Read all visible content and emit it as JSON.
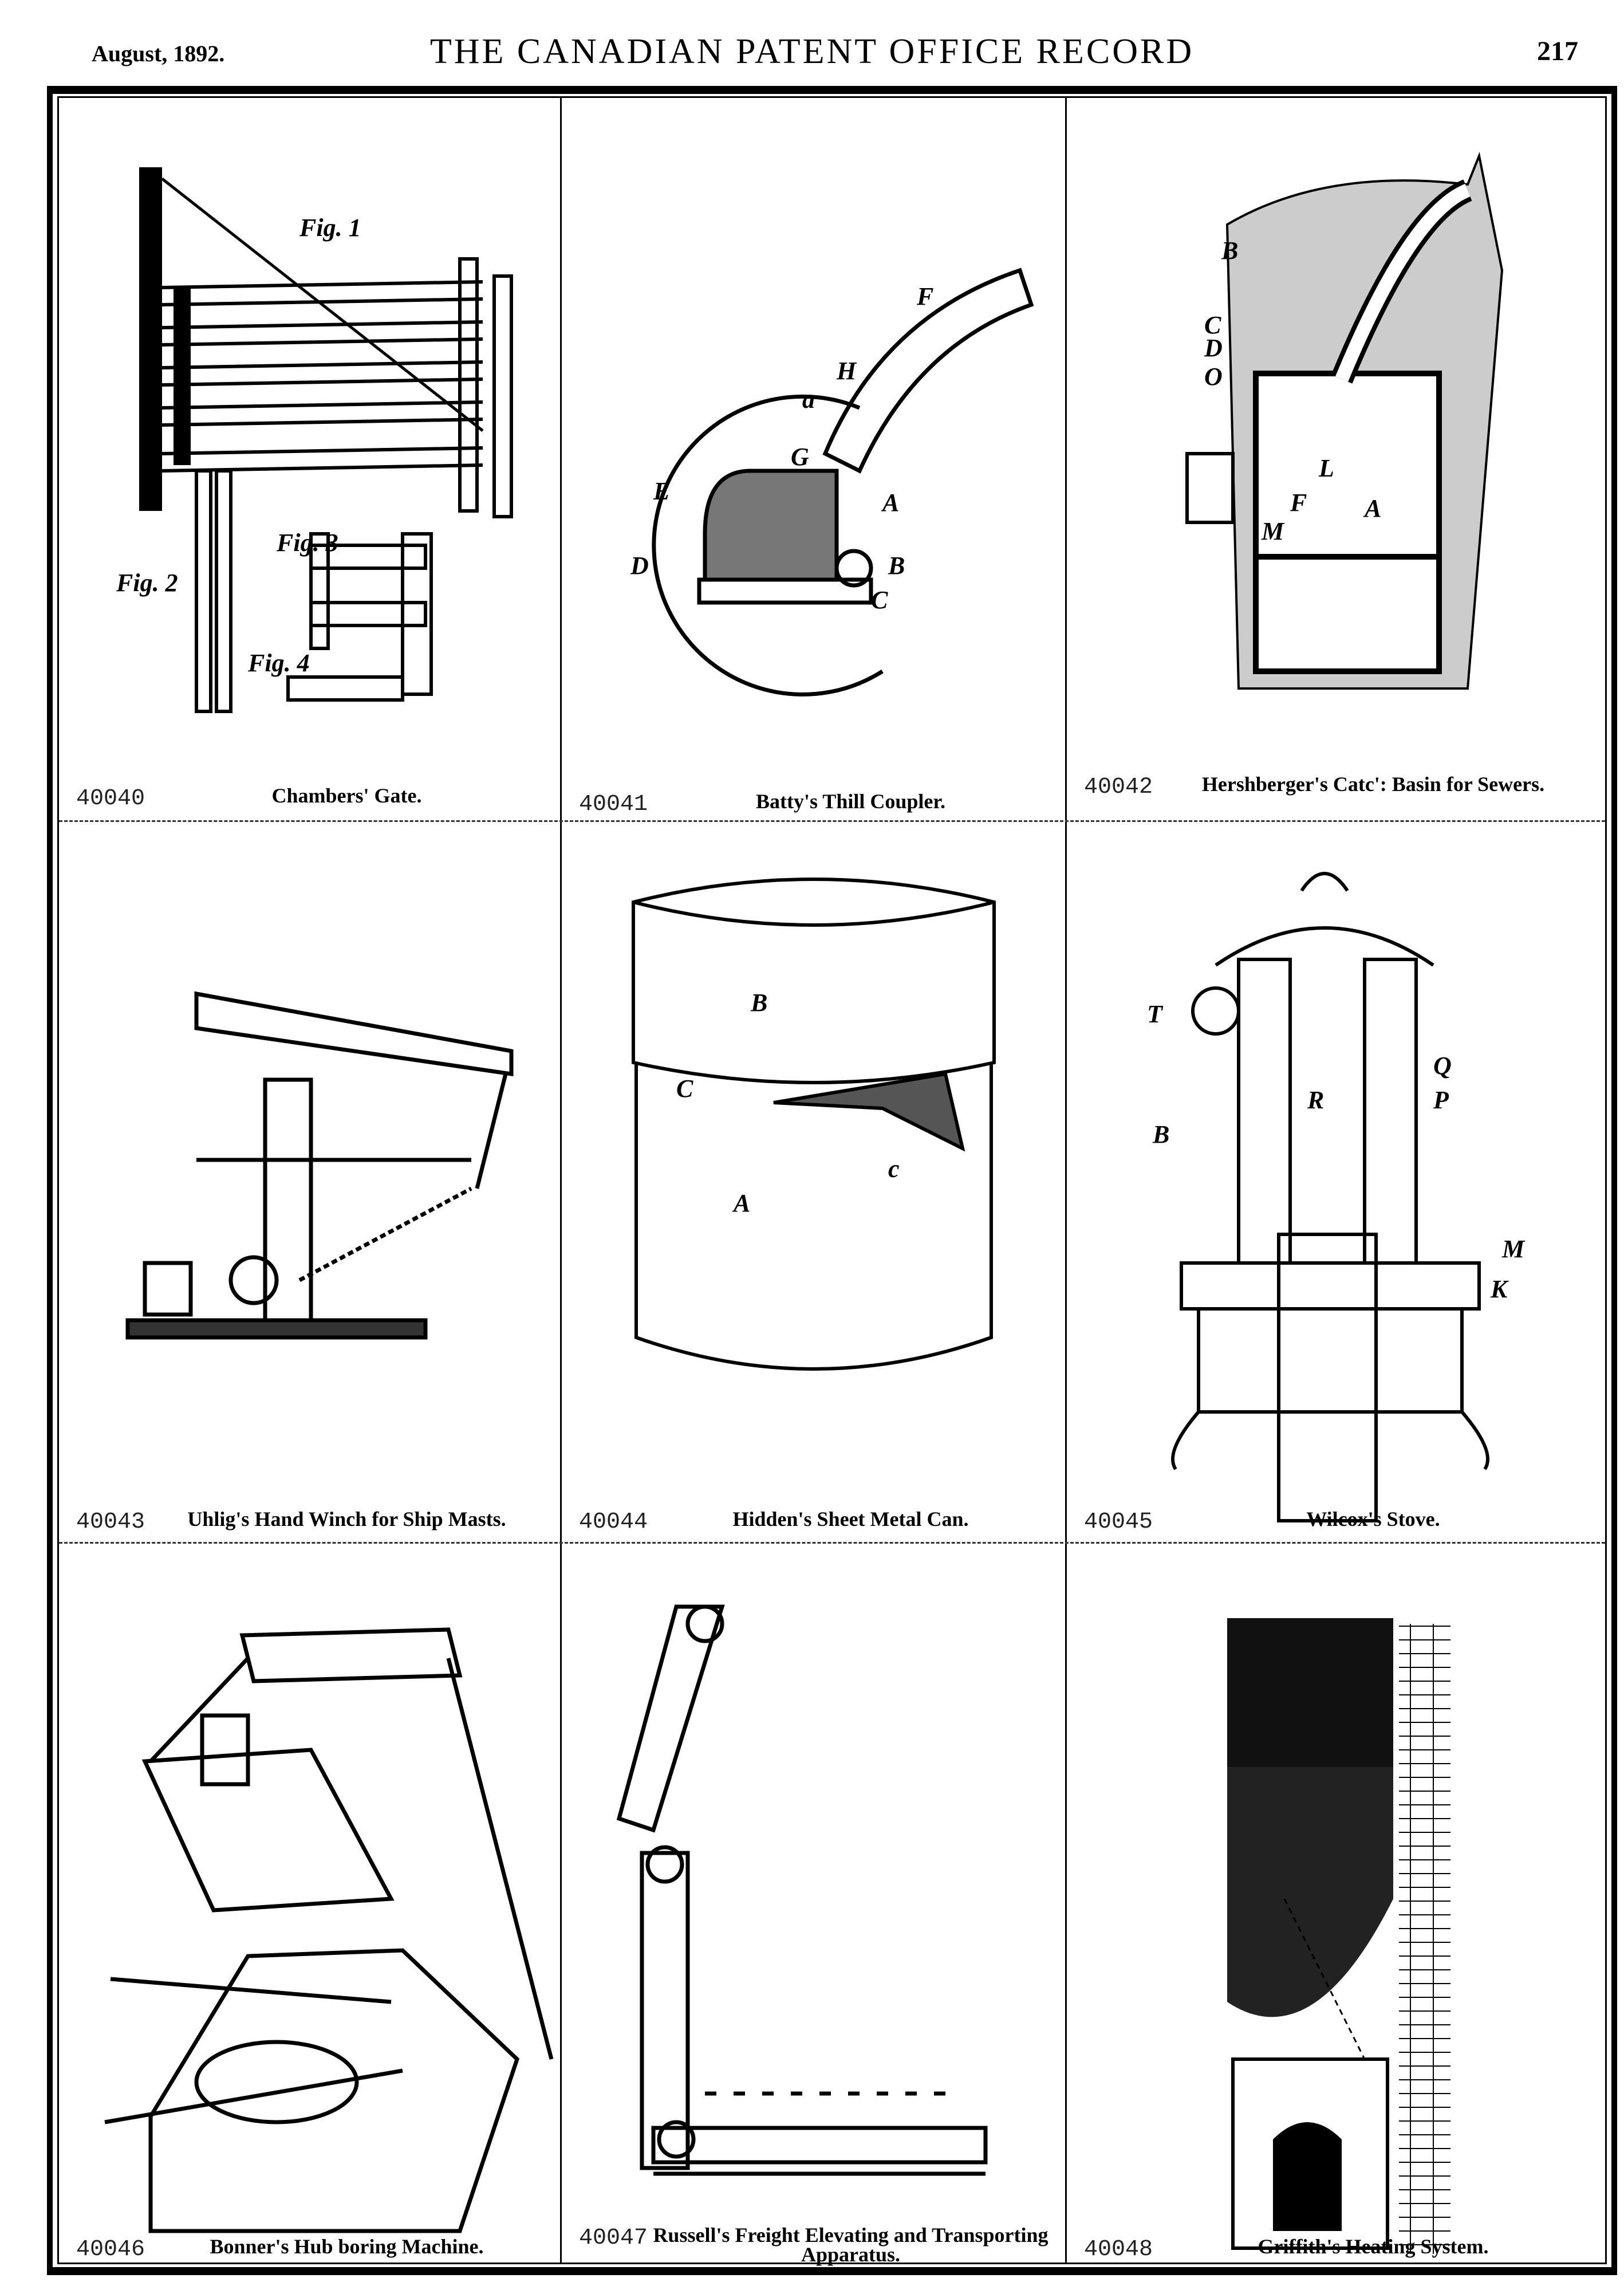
{
  "header": {
    "date": "August, 1892.",
    "title": "THE CANADIAN PATENT OFFICE RECORD",
    "page_number": "217"
  },
  "patents": [
    {
      "number": "40040",
      "title": "Chambers' Gate.",
      "fig_labels": [
        "Fig. 1",
        "Fig. 2",
        "Fig. 3",
        "Fig. 4"
      ]
    },
    {
      "number": "40041",
      "title": "Batty's Thill Coupler.",
      "fig_labels": [
        "F",
        "H",
        "a",
        "G",
        "E",
        "A",
        "D",
        "B",
        "C"
      ]
    },
    {
      "number": "40042",
      "title": "Hershberger's Catc': Basin for Sewers.",
      "fig_labels": [
        "B",
        "O",
        "D",
        "C",
        "F",
        "L",
        "M",
        "A"
      ]
    },
    {
      "number": "40043",
      "title": "Uhlig's Hand Winch for Ship Masts.",
      "fig_labels": []
    },
    {
      "number": "40044",
      "title": "Hidden's Sheet Metal Can.",
      "fig_labels": [
        "B",
        "C",
        "A",
        "c"
      ]
    },
    {
      "number": "40045",
      "title": "Wilcox's Stove.",
      "fig_labels": [
        "T",
        "B",
        "Q",
        "P",
        "R",
        "M",
        "K"
      ]
    },
    {
      "number": "40046",
      "title": "Bonner's Hub boring Machine.",
      "fig_labels": []
    },
    {
      "number": "40047",
      "title": "Russell's Freight Elevating and Transporting Apparatus.",
      "fig_labels": []
    },
    {
      "number": "40048",
      "title": "Griffith's Heating System.",
      "fig_labels": []
    }
  ]
}
